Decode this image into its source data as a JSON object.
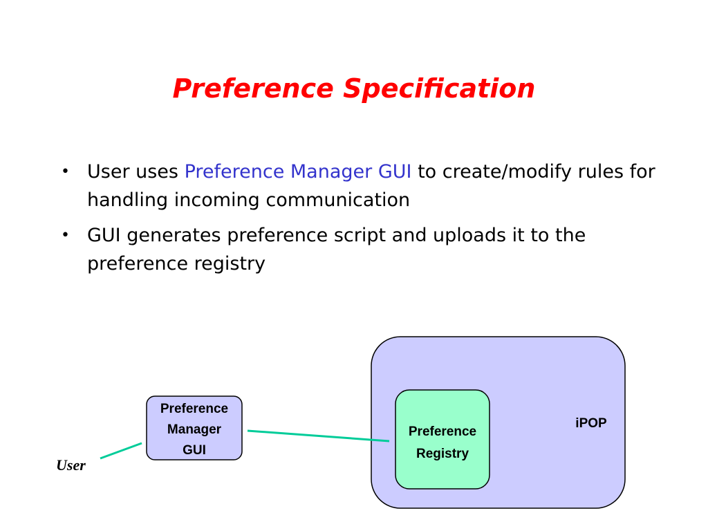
{
  "slide": {
    "title": "Preference Specification",
    "bullets": [
      {
        "before": "User uses ",
        "highlight": "Preference Manager GUI",
        "after_line1": " to",
        "rest": "create/modify rules for handling incoming communication"
      },
      {
        "text": "GUI generates preference script and uploads it to the preference registry"
      }
    ]
  },
  "diagram": {
    "user_label": "User",
    "gui_box": {
      "line1": "Preference",
      "line2": "Manager",
      "line3": "GUI"
    },
    "ipop_box": {
      "label": "iPOP"
    },
    "registry_box": {
      "line1": "Preference",
      "line2": "Registry"
    }
  },
  "colors": {
    "title": "#ff0000",
    "highlight": "#3333cc",
    "gui_fill": "#ccccff",
    "ipop_fill": "#ccccff",
    "registry_fill": "#99ffcc",
    "connector": "#00cc99"
  }
}
